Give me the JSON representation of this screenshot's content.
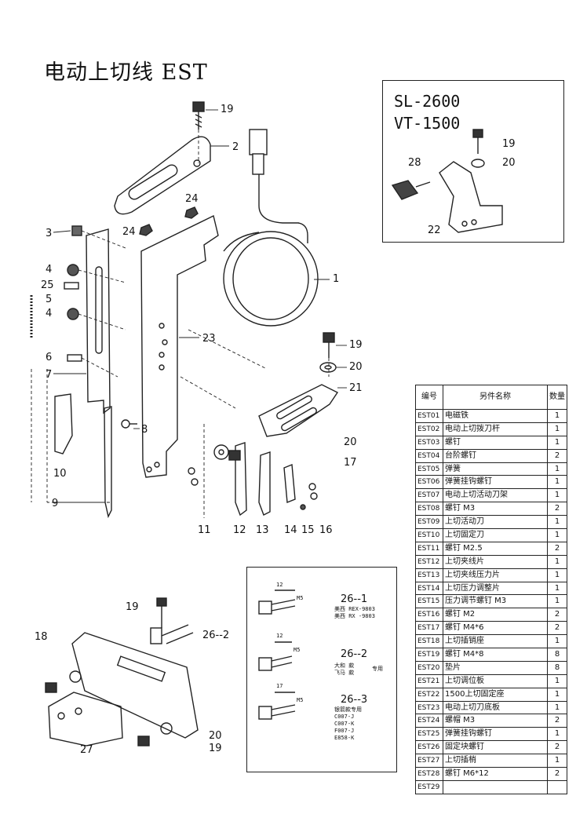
{
  "title": "电动上切线 EST",
  "models": [
    "SL-2600",
    "VT-1500"
  ],
  "callouts": {
    "c19a": "19",
    "c2": "2",
    "c24a": "24",
    "c24b": "24",
    "c3": "3",
    "c4a": "4",
    "c25": "25",
    "c5": "5",
    "c4b": "4",
    "c6": "6",
    "c7": "7",
    "c1": "1",
    "c23": "23",
    "c19b": "19",
    "c20a": "20",
    "c21": "21",
    "c8": "8",
    "c20b": "20",
    "c17": "17",
    "c10": "10",
    "c9": "9",
    "c11": "11",
    "c12": "12",
    "c13": "13",
    "c14": "14",
    "c15": "15",
    "c16": "16",
    "c28": "28",
    "c19c": "19",
    "c20c": "20",
    "c22": "22",
    "c19d": "19",
    "c26_2": "26--2",
    "c18": "18",
    "c27": "27",
    "c20d": "20",
    "c19e": "19",
    "c26_1": "26--1",
    "c26_2b": "26--2",
    "c26_3": "26--3"
  },
  "bolt_notes": {
    "n1": [
      "美西 REX-9803",
      "美西 RX -9803"
    ],
    "n2": [
      "大和 款",
      "飞马 款"
    ],
    "n2_tag": "专用",
    "n3": [
      "银箭款专用",
      "C007-J",
      "C007-K",
      "F007-J",
      "E858-K"
    ],
    "dims": [
      "12",
      "M5",
      "12",
      "M5",
      "17",
      "M5"
    ]
  },
  "parts_table": {
    "headers": [
      "编号",
      "另件名称",
      "数量"
    ],
    "rows": [
      {
        "code": "EST01",
        "name": "电磁铁",
        "qty": "1"
      },
      {
        "code": "EST02",
        "name": "电动上切拨刀杆",
        "qty": "1"
      },
      {
        "code": "EST03",
        "name": "螺钉",
        "qty": "1"
      },
      {
        "code": "EST04",
        "name": "台阶螺钉",
        "qty": "2"
      },
      {
        "code": "EST05",
        "name": "弹簧",
        "qty": "1"
      },
      {
        "code": "EST06",
        "name": "弹簧挂钩螺钉",
        "qty": "1"
      },
      {
        "code": "EST07",
        "name": "电动上切活动刀架",
        "qty": "1"
      },
      {
        "code": "EST08",
        "name": "螺钉 M3",
        "qty": "2"
      },
      {
        "code": "EST09",
        "name": "上切活动刀",
        "qty": "1"
      },
      {
        "code": "EST10",
        "name": "上切固定刀",
        "qty": "1"
      },
      {
        "code": "EST11",
        "name": "螺钉 M2.5",
        "qty": "2"
      },
      {
        "code": "EST12",
        "name": "上切夹线片",
        "qty": "1"
      },
      {
        "code": "EST13",
        "name": "上切夹线压力片",
        "qty": "1"
      },
      {
        "code": "EST14",
        "name": "上切压力调整片",
        "qty": "1"
      },
      {
        "code": "EST15",
        "name": "压力调节螺钉 M3",
        "qty": "1"
      },
      {
        "code": "EST16",
        "name": "螺钉 M2",
        "qty": "2"
      },
      {
        "code": "EST17",
        "name": "螺钉 M4*6",
        "qty": "2"
      },
      {
        "code": "EST18",
        "name": "上切插销座",
        "qty": "1"
      },
      {
        "code": "EST19",
        "name": "螺钉 M4*8",
        "qty": "8"
      },
      {
        "code": "EST20",
        "name": "垫片",
        "qty": "8"
      },
      {
        "code": "EST21",
        "name": "上切调位板",
        "qty": "1"
      },
      {
        "code": "EST22",
        "name": "1500上切固定座",
        "qty": "1"
      },
      {
        "code": "EST23",
        "name": "电动上切刀底板",
        "qty": "1"
      },
      {
        "code": "EST24",
        "name": "螺帽 M3",
        "qty": "2"
      },
      {
        "code": "EST25",
        "name": "弹簧挂钩螺钉",
        "qty": "1"
      },
      {
        "code": "EST26",
        "name": "固定块螺钉",
        "qty": "2"
      },
      {
        "code": "EST27",
        "name": "上切插梢",
        "qty": "1"
      },
      {
        "code": "EST28",
        "name": "螺钉 M6*12",
        "qty": "2"
      },
      {
        "code": "EST29",
        "name": "",
        "qty": ""
      }
    ]
  }
}
